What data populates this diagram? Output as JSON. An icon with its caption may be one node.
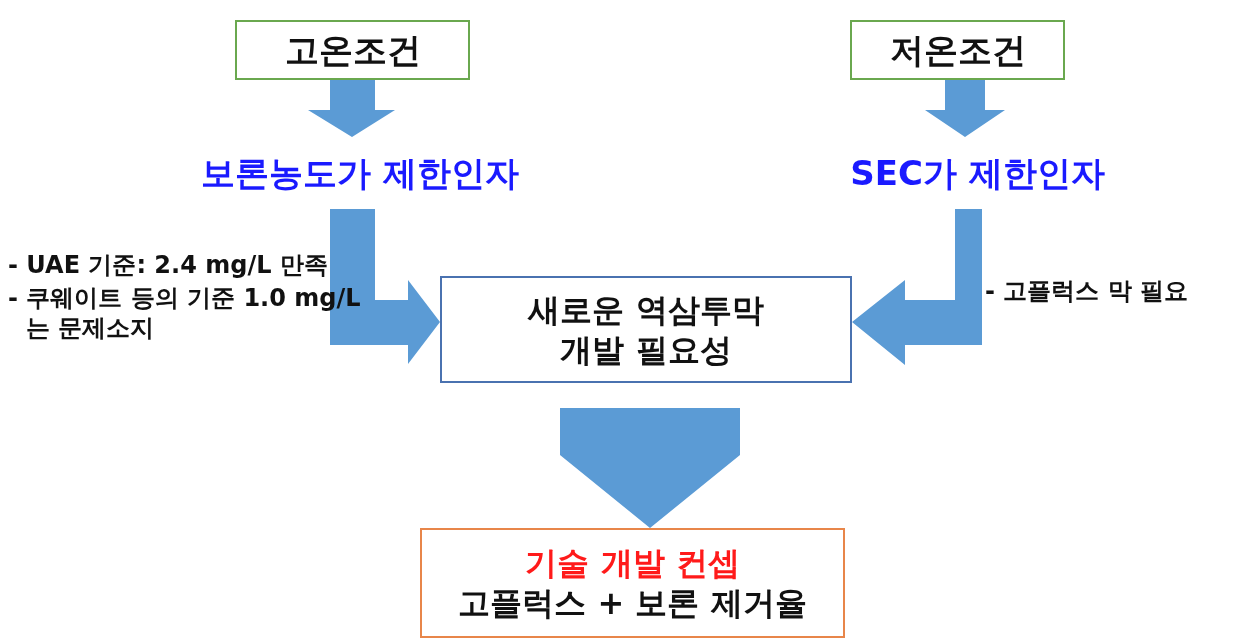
{
  "diagram": {
    "nodes": [
      {
        "text": [
          "고온조건"
        ]
      },
      {
        "text": [
          "보론농도가 제한인자"
        ]
      },
      {
        "text": [
          "저온조건"
        ]
      },
      {
        "text": [
          "SEC가 제한인자"
        ]
      },
      {
        "text": [
          "새로운 역삼투막 개발 필요성"
        ]
      },
      {
        "text": [
          "기술 개발 컨셉",
          "고플럭스 + 보론 제거율"
        ]
      }
    ],
    "edges": [
      {
        "from": 0,
        "to": 1,
        "arrow": "to"
      },
      {
        "from": 2,
        "to": 3,
        "arrow": "to"
      },
      {
        "from": 1,
        "to": 4,
        "arrow": "to"
      },
      {
        "from": 3,
        "to": 4,
        "arrow": "to"
      },
      {
        "from": 4,
        "to": 5,
        "arrow": "to"
      }
    ],
    "labels": [
      "- UAE 기준: 2.4 mg/L 만족",
      "- 쿠웨이트 등의 기준 1.0 mg/L 는 문제소지",
      "- 고플럭스 막 필요"
    ]
  }
}
